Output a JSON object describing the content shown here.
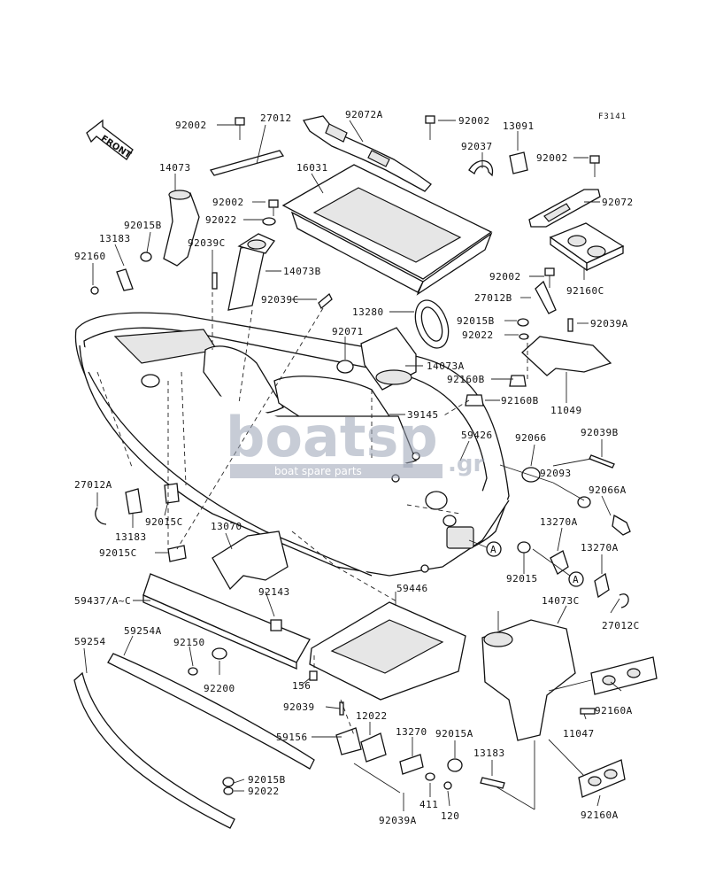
{
  "diagram": {
    "ref_code": "F3141",
    "front_label": "FRONT",
    "watermark": {
      "main": "boatsp",
      "suffix": ".gr",
      "tagline": "boat spare parts"
    },
    "parts": [
      {
        "label": "92002"
      },
      {
        "label": "27012"
      },
      {
        "label": "92072A"
      },
      {
        "label": "92002"
      },
      {
        "label": "13091"
      },
      {
        "label": "92037"
      },
      {
        "label": "92002"
      },
      {
        "label": "14073"
      },
      {
        "label": "16031"
      },
      {
        "label": "92002"
      },
      {
        "label": "92022"
      },
      {
        "label": "92072"
      },
      {
        "label": "92015B"
      },
      {
        "label": "92039C"
      },
      {
        "label": "13183"
      },
      {
        "label": "14073B"
      },
      {
        "label": "92160"
      },
      {
        "label": "92039C"
      },
      {
        "label": "92002"
      },
      {
        "label": "92160C"
      },
      {
        "label": "27012B"
      },
      {
        "label": "13280"
      },
      {
        "label": "92015B"
      },
      {
        "label": "92039A"
      },
      {
        "label": "92071"
      },
      {
        "label": "92022"
      },
      {
        "label": "14073A"
      },
      {
        "label": "92160B"
      },
      {
        "label": "92160B"
      },
      {
        "label": "11049"
      },
      {
        "label": "39145"
      },
      {
        "label": "59426"
      },
      {
        "label": "92066"
      },
      {
        "label": "92039B"
      },
      {
        "label": "92093"
      },
      {
        "label": "27012A"
      },
      {
        "label": "92066A"
      },
      {
        "label": "92015C"
      },
      {
        "label": "13183"
      },
      {
        "label": "13270A"
      },
      {
        "label": "13070"
      },
      {
        "label": "92015C"
      },
      {
        "label": "13270A"
      },
      {
        "label": "92015"
      },
      {
        "label": "92143"
      },
      {
        "label": "59446"
      },
      {
        "label": "59437/A~C"
      },
      {
        "label": "27012C"
      },
      {
        "label": "14073C"
      },
      {
        "label": "59254"
      },
      {
        "label": "59254A"
      },
      {
        "label": "92150"
      },
      {
        "label": "92200"
      },
      {
        "label": "156"
      },
      {
        "label": "92160A"
      },
      {
        "label": "92039"
      },
      {
        "label": "11047"
      },
      {
        "label": "12022"
      },
      {
        "label": "59156"
      },
      {
        "label": "13270"
      },
      {
        "label": "92015A"
      },
      {
        "label": "13183"
      },
      {
        "label": "92015B"
      },
      {
        "label": "92022"
      },
      {
        "label": "411"
      },
      {
        "label": "120"
      },
      {
        "label": "92039A"
      },
      {
        "label": "92160A"
      }
    ],
    "callouts": [
      "A",
      "A"
    ]
  }
}
